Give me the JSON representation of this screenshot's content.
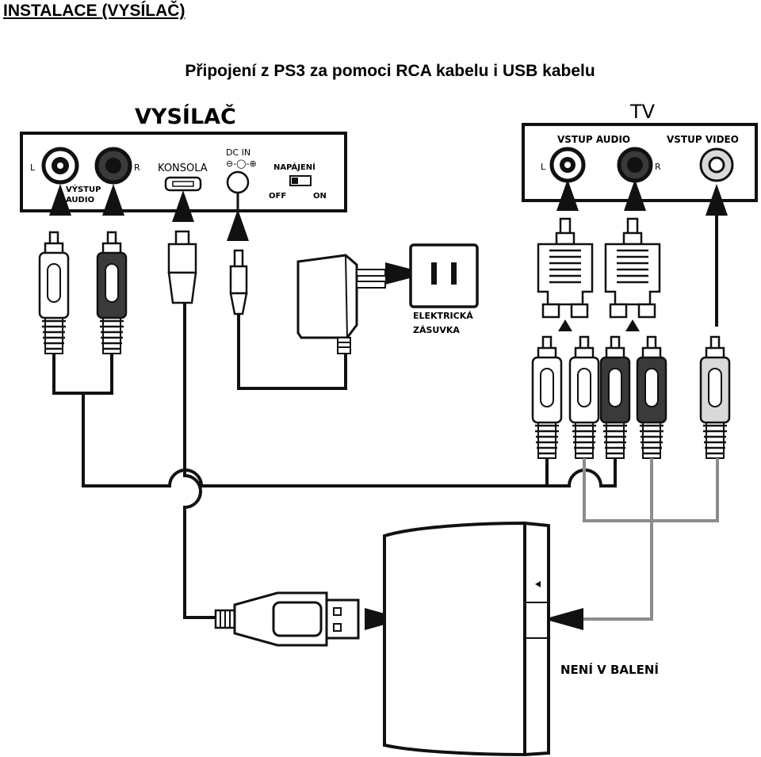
{
  "heading": "INSTALACE (VYSÍLAČ)",
  "title": "Připojení z PS3 za pomoci RCA kabelu i USB kabelu",
  "transmitter": {
    "name": "VYSÍLAČ",
    "left_label": "L",
    "right_label": "R",
    "audio_out_line1": "VÝSTUP",
    "audio_out_line2": "AUDIO",
    "console_label": "KONSOLA",
    "dc_in_label": "DC IN",
    "power_label": "NAPÁJENÍ",
    "off_label": "OFF",
    "on_label": "ON"
  },
  "outlet": {
    "line1": "ELEKTRICKÁ",
    "line2": "ZÁSUVKA"
  },
  "tv": {
    "name": "TV",
    "audio_in_label": "VSTUP AUDIO",
    "video_in_label": "VSTUP VIDEO",
    "left_label": "L",
    "right_label": "R"
  },
  "console_note": "NENÍ V BALENÍ",
  "colors": {
    "ink": "#111111",
    "gray_cable": "#8c8c8c",
    "dark_plug": "#3a3a3a",
    "light_jack": "#d9d9d9",
    "background": "#ffffff"
  }
}
